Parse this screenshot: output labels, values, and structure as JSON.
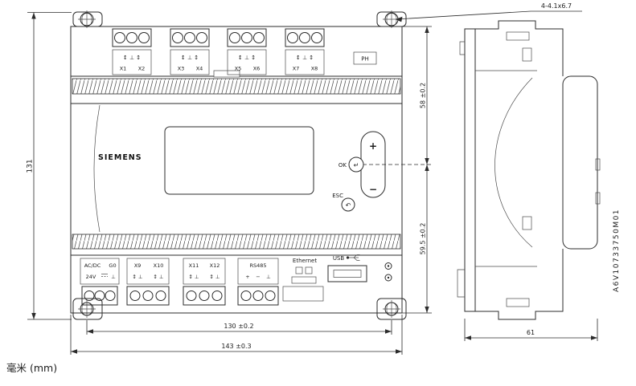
{
  "page": {
    "units_note": "毫米 (mm)",
    "doc_id": "A6V10733750M01"
  },
  "dimensions": {
    "overall_height": "131",
    "upper_section_height": "58 ±0.2",
    "lower_section_height": "59.5 ±0.2",
    "mounting_hole_spacing": "130 ±0.2",
    "overall_width": "143 ±0.3",
    "depth": "61",
    "mounting_hole_callout": "4-4.1x6.7"
  },
  "front_view": {
    "brand": "SIEMENS",
    "ph_label": "PH",
    "top_terminal_blocks": [
      {
        "symbols": "↕ ⊥ ↕",
        "left": "X1",
        "right": "X2"
      },
      {
        "symbols": "↕ ⊥ ↕",
        "left": "X3",
        "right": "X4"
      },
      {
        "symbols": "↕ ⊥ ↕",
        "left": "X5",
        "right": "X6"
      },
      {
        "symbols": "↕ ⊥ ↕",
        "left": "X7",
        "right": "X8"
      }
    ],
    "power_block": {
      "line1_left": "AC/DC",
      "line1_right": "G0",
      "line2_left": "24V",
      "line2_right": "⊥"
    },
    "io_blocks": [
      {
        "left": "X9",
        "right": "X10",
        "left_sym": "↕ ⊥",
        "right_sym": "↕ ⊥"
      },
      {
        "left": "X11",
        "right": "X12",
        "left_sym": "↕ ⊥",
        "right_sym": "↕ ⊥"
      }
    ],
    "rs485_block": {
      "title": "RS485",
      "sym_plus": "+",
      "sym_minus": "−",
      "sym_gnd": "⊥"
    },
    "ethernet_label": "Ethernet",
    "usb_label": "USB",
    "buttons": {
      "plus": "+",
      "minus": "−",
      "ok_label": "OK",
      "ok_glyph": "↵",
      "esc_label": "ESC",
      "esc_glyph": "↶"
    }
  }
}
